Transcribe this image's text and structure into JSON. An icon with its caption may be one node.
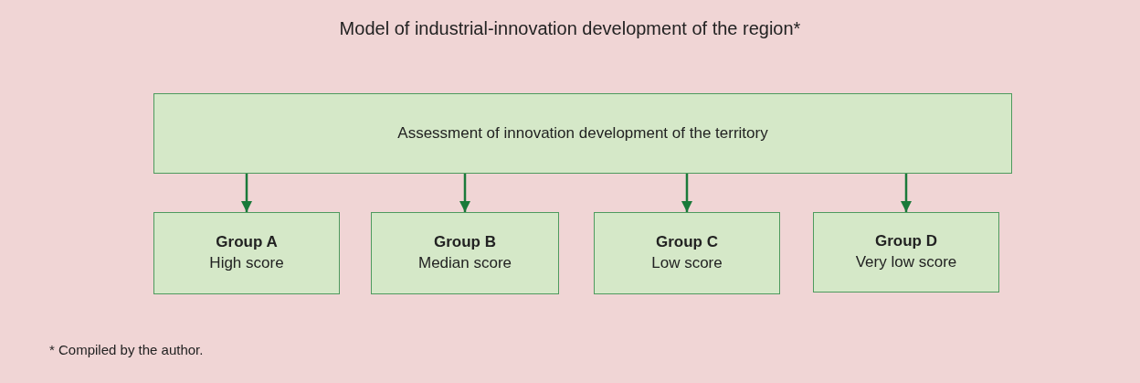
{
  "diagram": {
    "title": "Model of industrial-innovation development of the region*",
    "caption": "* Compiled by the author.",
    "nodes": [
      {
        "text": [
          "Assessment of innovation development of the territory"
        ]
      },
      {
        "text": [
          "Group A",
          "High score"
        ]
      },
      {
        "text": [
          "Group B",
          "Median score"
        ]
      },
      {
        "text": [
          "Group C",
          "Low score"
        ]
      },
      {
        "text": [
          "Group D",
          "Very low score"
        ]
      }
    ],
    "edges": [
      {
        "from": 0,
        "to": 1,
        "arrow": "to"
      },
      {
        "from": 0,
        "to": 2,
        "arrow": "to"
      },
      {
        "from": 0,
        "to": 3,
        "arrow": "to"
      },
      {
        "from": 0,
        "to": 4,
        "arrow": "to"
      }
    ]
  }
}
